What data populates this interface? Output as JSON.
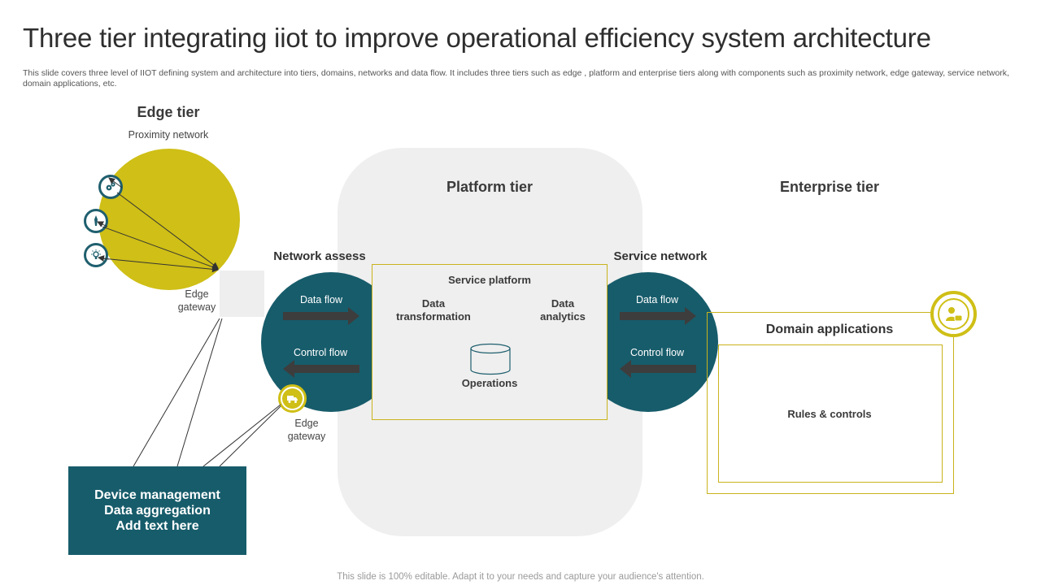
{
  "title": "Three tier integrating iiot to improve operational efficiency system architecture",
  "subtitle": "This slide covers three level of IIOT defining system and architecture into tiers, domains, networks and data flow. It includes three tiers such as edge , platform and enterprise tiers along with components such as proximity network, edge gateway, service network, domain applications, etc.",
  "edge": {
    "tier_label": "Edge tier",
    "proximity_label": "Proximity network",
    "gateway_label_1": "Edge gateway",
    "gateway_label_2": "Edge gateway",
    "icons": [
      "gears-icon",
      "pen-icon",
      "bulb-icon",
      "truck-icon"
    ]
  },
  "platform": {
    "tier_label": "Platform tier",
    "network_assess_label": "Network assess",
    "service_platform_label": "Service platform",
    "data_transformation_label": "Data transformation",
    "data_analytics_label": "Data analytics",
    "operations_label": "Operations",
    "left_data_flow": "Data flow",
    "left_control_flow": "Control flow"
  },
  "enterprise": {
    "tier_label": "Enterprise tier",
    "service_network_label": "Service network",
    "right_data_flow": "Data flow",
    "right_control_flow": "Control flow",
    "domain_applications_label": "Domain applications",
    "rules_label": "Rules & controls",
    "icon": "user-chat-icon"
  },
  "device_box": {
    "line1": "Device management",
    "line2": "Data aggregation",
    "line3": "Add text here"
  },
  "footer": "This slide is 100% editable. Adapt it to your needs and capture your audience's attention.",
  "colors": {
    "accent_yellow": "#cfbf16",
    "teal": "#175c6b",
    "platform_gray": "#efefef",
    "arrow_dark": "#3d3d3d"
  }
}
